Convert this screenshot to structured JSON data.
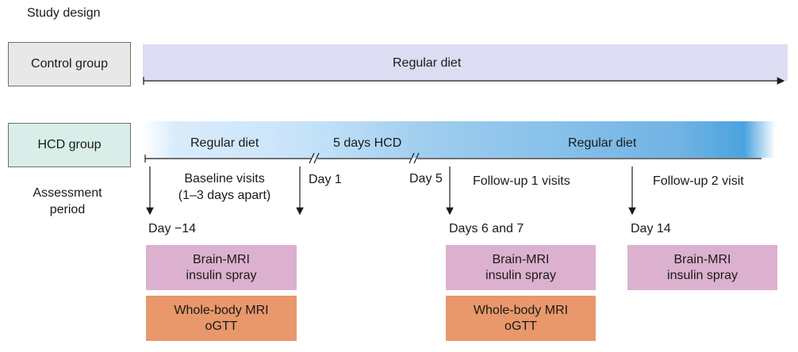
{
  "header": {
    "title": "Study design"
  },
  "groups": {
    "control": {
      "label": "Control group",
      "band_label": "Regular diet"
    },
    "hcd": {
      "label": "HCD group",
      "phase_labels": [
        "Regular diet",
        "5 days HCD",
        "Regular diet"
      ]
    }
  },
  "assessment": {
    "label_line1": "Assessment",
    "label_line2": "period",
    "baseline_line1": "Baseline visits",
    "baseline_line2": "(1–3 days apart)",
    "day1": "Day 1",
    "day5": "Day 5",
    "followup1": "Follow-up 1 visits",
    "followup2": "Follow-up 2 visit",
    "day_minus14": "Day −14",
    "days6and7": "Days 6 and 7",
    "day14": "Day 14"
  },
  "boxes": {
    "brain_line1": "Brain-MRI",
    "brain_line2": "insulin spray",
    "wholebody_line1": "Whole-body MRI",
    "wholebody_line2": "oGTT"
  },
  "colors": {
    "control_band": "#dcdcf3",
    "hcd_label_bg": "#d9eee9",
    "brain_box": "#dbb1cf",
    "wholebody_box": "#e8986a"
  }
}
